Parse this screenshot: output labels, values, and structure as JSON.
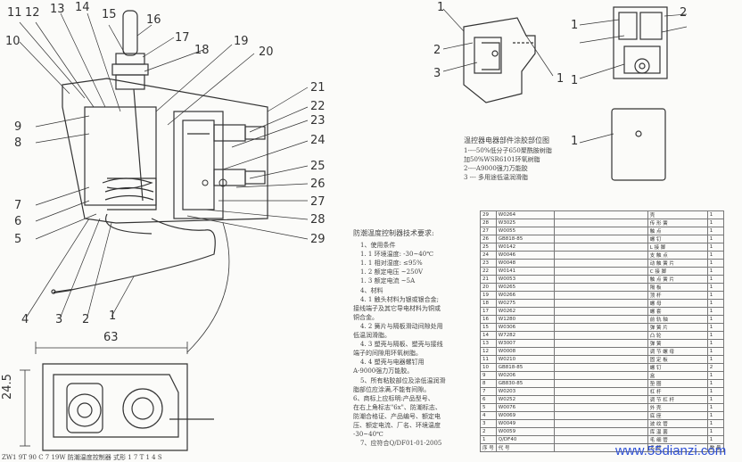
{
  "left_labels": {
    "top_row": [
      "11",
      "12",
      "13",
      "14",
      "15",
      "16",
      "17",
      "18",
      "19",
      "20"
    ],
    "left_col": [
      "10",
      "9",
      "8",
      "7",
      "6",
      "5"
    ],
    "right_col": [
      "21",
      "22",
      "23",
      "24",
      "25",
      "26",
      "27",
      "28",
      "29"
    ],
    "bottom_row": [
      "4",
      "3",
      "2",
      "1"
    ]
  },
  "dimensions": {
    "width": "63",
    "height": "24.5"
  },
  "top_right_labels": {
    "d1": [
      "1",
      "2",
      "3"
    ],
    "d2": [
      "1",
      "1",
      "2",
      "1"
    ],
    "d3": [
      "1"
    ]
  },
  "adhesive_note": {
    "title": "温控器电器部件涂胶部位图",
    "lines": [
      "1----50%低分子650聚酰胺树脂",
      "加50%WSR6101环氧树脂",
      "2----A9000强力万能胶",
      "3 --- 多用途低温润滑脂"
    ]
  },
  "requirements": {
    "title": "防潮温度控制器技术要求:",
    "lines": [
      "1、使用条件",
      "1. 1 环境温度: -30~40℃",
      "1. 1 相对湿度: ≤95%",
      "1. 2 额定电压 ~250V",
      "1. 3 额定电流 ~5A",
      "4、材料",
      "4. 1 触头材料为银或银合金;",
      "接线端子及其它导电材料为铜或",
      "铜合金。",
      "4. 2 簧片与隔板滑动间隙处用",
      "低温润滑脂。",
      "4. 3 塑壳与隔板、塑壳与接线",
      "端子的间隙用环氧树脂。",
      "4. 4 塑壳与电器螺钉用",
      "A-9000强力万能胶。",
      "5、所有粘胶部位及涂低温润滑",
      "脂部位应涂满,不能有间隙。",
      "6、商标上应标明:产品型号、",
      "在右上角标志\"6x\"、防潮标志、",
      "防潮合格证、产品编号、额定电",
      "压、额定电流、厂名、环境温度",
      "-30~40℃",
      "7、应符合Q/DF01-01-2005"
    ]
  },
  "parts_table": {
    "rows": [
      [
        "29",
        "W0264",
        "",
        "壳",
        "1"
      ],
      [
        "28",
        "W3025",
        "",
        "传 形 簧",
        "1"
      ],
      [
        "27",
        "W0055",
        "",
        "触 点",
        "1"
      ],
      [
        "26",
        "GB818-85",
        "",
        "螺 钉",
        "1"
      ],
      [
        "25",
        "W0142",
        "",
        "L 接 脚",
        "1"
      ],
      [
        "24",
        "W0046",
        "",
        "支 触 点",
        "1"
      ],
      [
        "23",
        "W0048",
        "",
        "动 触 簧 片",
        "1"
      ],
      [
        "22",
        "W0141",
        "",
        "C 接 脚",
        "1"
      ],
      [
        "21",
        "W0053",
        "",
        "触 点 簧 片",
        "1"
      ],
      [
        "20",
        "W0265",
        "",
        "隔 板",
        "1"
      ],
      [
        "19",
        "W0266",
        "",
        "顶 杆",
        "1"
      ],
      [
        "18",
        "W0275",
        "",
        "螺 母",
        "1"
      ],
      [
        "17",
        "W0262",
        "",
        "螺 套",
        "1"
      ],
      [
        "16",
        "W1280",
        "",
        "前 轨 轴",
        "1"
      ],
      [
        "15",
        "W0306",
        "",
        "弹 簧 片",
        "1"
      ],
      [
        "14",
        "W7282",
        "",
        "凸 轮",
        "1"
      ],
      [
        "13",
        "W3007",
        "",
        "弹 簧",
        "1"
      ],
      [
        "12",
        "W0008",
        "",
        "调 节 螺 母",
        "1"
      ],
      [
        "11",
        "W0210",
        "",
        "固 定 板",
        "1"
      ],
      [
        "10",
        "GB818-85",
        "",
        "螺 钉",
        "2"
      ],
      [
        "9",
        "W0206",
        "",
        "盒",
        "1"
      ],
      [
        "8",
        "GB830-85",
        "",
        "垫 圈",
        "1"
      ],
      [
        "7",
        "W0203",
        "",
        "杠 杆",
        "1"
      ],
      [
        "6",
        "W0252",
        "",
        "调 节 杠 杆",
        "1"
      ],
      [
        "5",
        "W0076",
        "",
        "外 壳",
        "1"
      ],
      [
        "4",
        "W0069",
        "",
        "底 座",
        "1"
      ],
      [
        "3",
        "W0049",
        "",
        "波 纹 管",
        "1"
      ],
      [
        "2",
        "W0059",
        "",
        "库 温 菌",
        "1"
      ],
      [
        "1",
        "Q/DF40",
        "",
        "毛 细 管",
        "1"
      ]
    ],
    "footer": [
      "序 号",
      "代 号",
      "",
      "名 称",
      "数 量"
    ]
  },
  "watermark": "www.55dianzi.com",
  "bottom_strip": "ZW1 9T 90 C 7 19W  防潮温度控制器 式形 1 7 T 1 4 S"
}
